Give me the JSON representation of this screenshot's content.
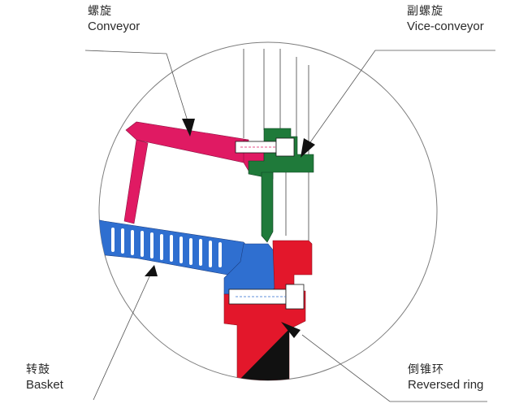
{
  "labels": {
    "conveyor": {
      "cn": "螺旋",
      "en": "Conveyor"
    },
    "vice_conveyor": {
      "cn": "副螺旋",
      "en": "Vice-conveyor"
    },
    "basket": {
      "cn": "转鼓",
      "en": "Basket"
    },
    "reversed_ring": {
      "cn": "倒锥环",
      "en": "Reversed ring"
    }
  },
  "colors": {
    "conveyor": "#e01a63",
    "vice_conveyor": "#1f7a3a",
    "basket": "#2f6fd0",
    "reversed_ring": "#e3172b",
    "pointer": "#111111",
    "outline": "#888888"
  }
}
